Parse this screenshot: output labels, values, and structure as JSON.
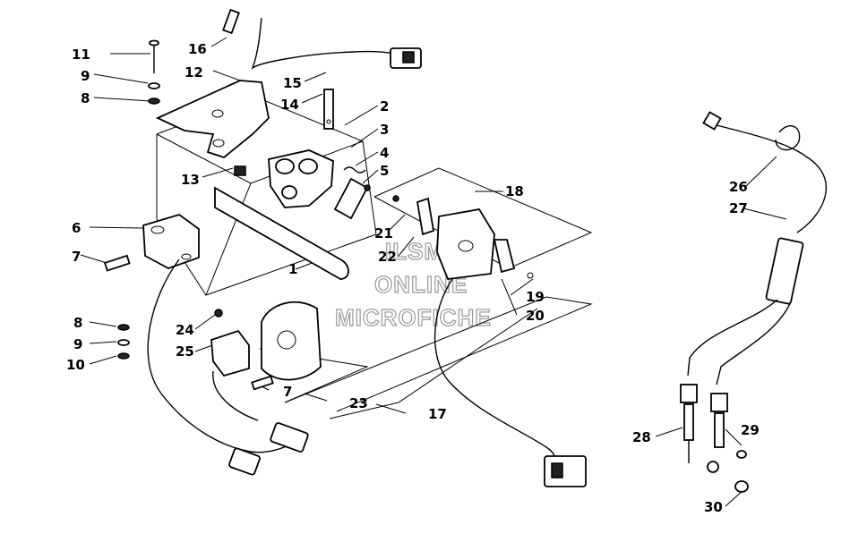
{
  "watermark": {
    "line1": "ILSMITH",
    "line2": "ONLINE",
    "line3": "MICROFICHE"
  },
  "callouts": [
    {
      "id": "c11",
      "text": "11"
    },
    {
      "id": "c9a",
      "text": "9"
    },
    {
      "id": "c8a",
      "text": "8"
    },
    {
      "id": "c16",
      "text": "16"
    },
    {
      "id": "c12",
      "text": "12"
    },
    {
      "id": "c15",
      "text": "15"
    },
    {
      "id": "c14",
      "text": "14"
    },
    {
      "id": "c2",
      "text": "2"
    },
    {
      "id": "c3",
      "text": "3"
    },
    {
      "id": "c4",
      "text": "4"
    },
    {
      "id": "c5",
      "text": "5"
    },
    {
      "id": "c13",
      "text": "13"
    },
    {
      "id": "c6",
      "text": "6"
    },
    {
      "id": "c7a",
      "text": "7"
    },
    {
      "id": "c1",
      "text": "1"
    },
    {
      "id": "c18",
      "text": "18"
    },
    {
      "id": "c21",
      "text": "21"
    },
    {
      "id": "c22",
      "text": "22"
    },
    {
      "id": "c19",
      "text": "19"
    },
    {
      "id": "c20",
      "text": "20"
    },
    {
      "id": "c8b",
      "text": "8"
    },
    {
      "id": "c9b",
      "text": "9"
    },
    {
      "id": "c10",
      "text": "10"
    },
    {
      "id": "c24",
      "text": "24"
    },
    {
      "id": "c25",
      "text": "25"
    },
    {
      "id": "c7b",
      "text": "7"
    },
    {
      "id": "c23",
      "text": "23"
    },
    {
      "id": "c17",
      "text": "17"
    },
    {
      "id": "c26",
      "text": "26"
    },
    {
      "id": "c27",
      "text": "27"
    },
    {
      "id": "c28",
      "text": "28"
    },
    {
      "id": "c29",
      "text": "29"
    },
    {
      "id": "c30",
      "text": "30"
    }
  ]
}
